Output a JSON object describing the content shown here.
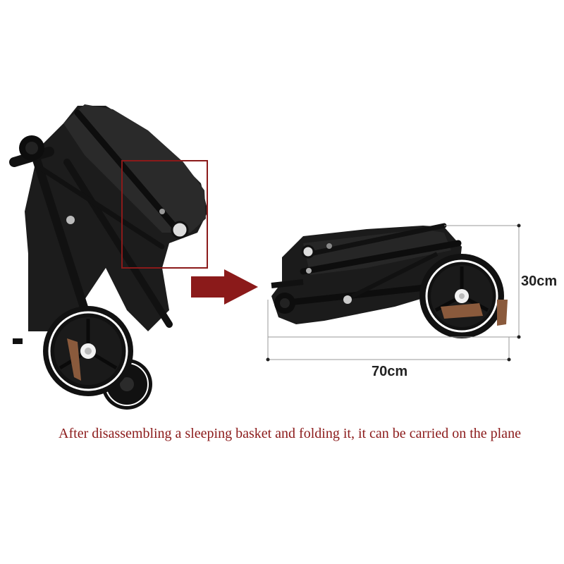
{
  "dimensions": {
    "height_label": "30cm",
    "width_label": "70cm"
  },
  "caption": "After disassembling a sleeping basket and folding it, it can be carried on the plane",
  "colors": {
    "caption": "#8b1a1a",
    "arrow": "#8b1a1a",
    "highlight_box": "#8b1a1a",
    "stroller": "#1a1a1a",
    "wheel_trim": "#ffffff",
    "wheel_hub": "#8a5a3c"
  }
}
